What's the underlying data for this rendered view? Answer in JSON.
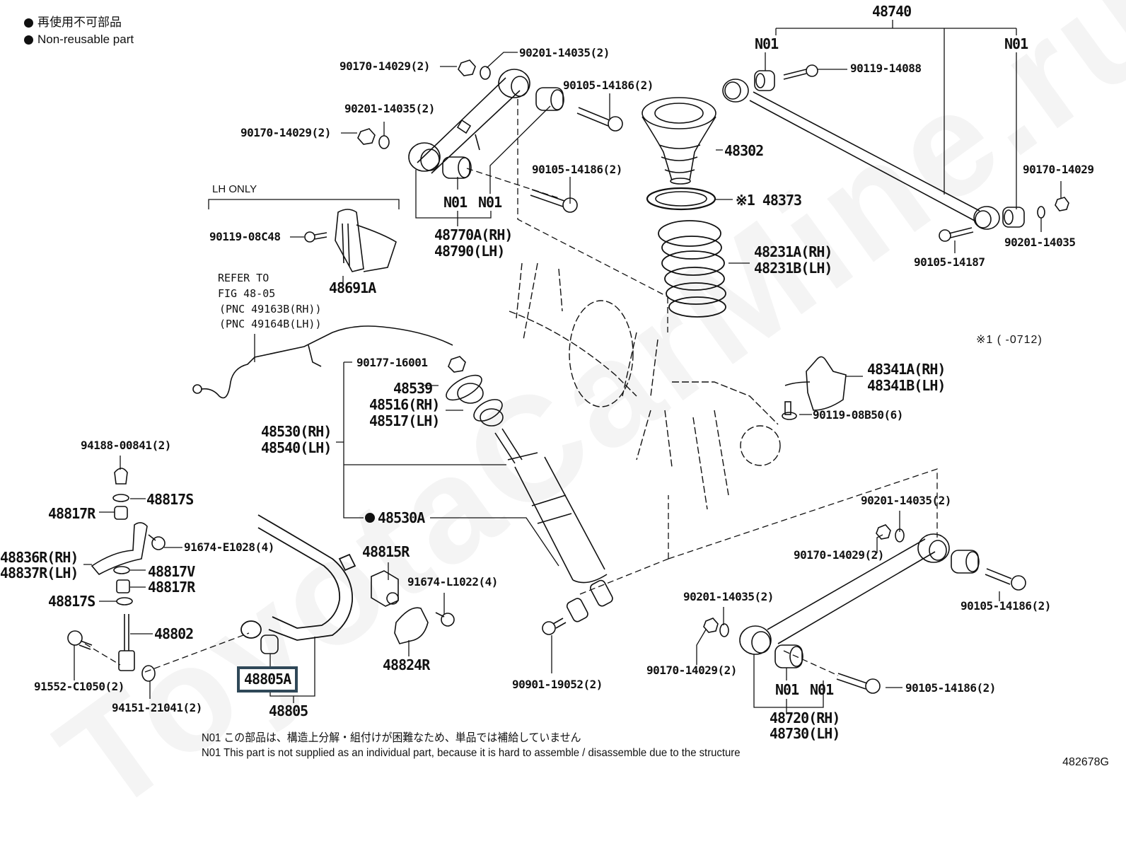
{
  "legend": {
    "items": [
      {
        "icon": "filled-circle",
        "text": "再使用不可部品"
      },
      {
        "icon": "filled-circle",
        "text": "Non-reusable part"
      }
    ]
  },
  "watermark": "ToyotaCarMine.ru",
  "diagram_id": "482678G",
  "note_1": "※1 (     -0712)",
  "lh_only": "LH ONLY",
  "refer": {
    "line1": "REFER TO",
    "line2": "FIG 48-05",
    "line3": "(PNC 49163B(RH))",
    "line4": "(PNC 49164B(LH))"
  },
  "footnotes": {
    "jp": "N01  この部品は、構造上分解・組付けが困難なため、単品では補給していません",
    "en": "N01  This part is not supplied as an individual part, because it is hard to assemble / disassemble due to the structure"
  },
  "highlighted_part": "48805A",
  "labels": {
    "p48740": "48740",
    "n01_a": "N01",
    "n01_b": "N01",
    "p90119_14088": "90119-14088",
    "p90170_14029_top": "90170-14029(2)",
    "p90201_14035_top": "90201-14035(2)",
    "p90201_14035_mid": "90201-14035(2)",
    "p90170_14029_mid": "90170-14029(2)",
    "p90105_14186_a": "90105-14186(2)",
    "p90105_14186_b": "90105-14186(2)",
    "n01_c": "N01",
    "n01_d": "N01",
    "p48770a": "48770A(RH)",
    "p48790": "48790(LH)",
    "p48302": "48302",
    "p48373": "※1 48373",
    "p48231a": "48231A(RH)",
    "p48231b": "48231B(LH)",
    "p90170_14029_right": "90170-14029",
    "p90201_14035_right": "90201-14035",
    "p90105_14187": "90105-14187",
    "p90119_08c48": "90119-08C48",
    "p48691a": "48691A",
    "p48341a": "48341A(RH)",
    "p48341b": "48341B(LH)",
    "p90119_08b50": "90119-08B50(6)",
    "p90177_16001": "90177-16001",
    "p48539": "48539",
    "p48516": "48516(RH)",
    "p48517": "48517(LH)",
    "p48530": "48530(RH)",
    "p48540": "48540(LH)",
    "p48530a": "48530A",
    "p94188_00841": "94188-00841(2)",
    "p48817s_a": "48817S",
    "p48817r_a": "48817R",
    "p91674_e1028": "91674-E1028(4)",
    "p48836r": "48836R(RH)",
    "p48837r": "48837R(LH)",
    "p48817v": "48817V",
    "p48817r_b": "48817R",
    "p48817s_b": "48817S",
    "p48802": "48802",
    "p91552_c1050": "91552-C1050(2)",
    "p94151_21041": "94151-21041(2)",
    "p48815r": "48815R",
    "p91674_l1022": "91674-L1022(4)",
    "p48824r": "48824R",
    "p48805": "48805",
    "p90901_19052": "90901-19052(2)",
    "p90201_14035_low": "90201-14035(2)",
    "p90170_14029_low": "90170-14029(2)",
    "p90105_14186_c": "90105-14186(2)",
    "p90201_14035_low2": "90201-14035(2)",
    "p90170_14029_low2": "90170-14029(2)",
    "p90105_14186_d": "90105-14186(2)",
    "n01_e": "N01",
    "n01_f": "N01",
    "p48720": "48720(RH)",
    "p48730": "48730(LH)"
  }
}
